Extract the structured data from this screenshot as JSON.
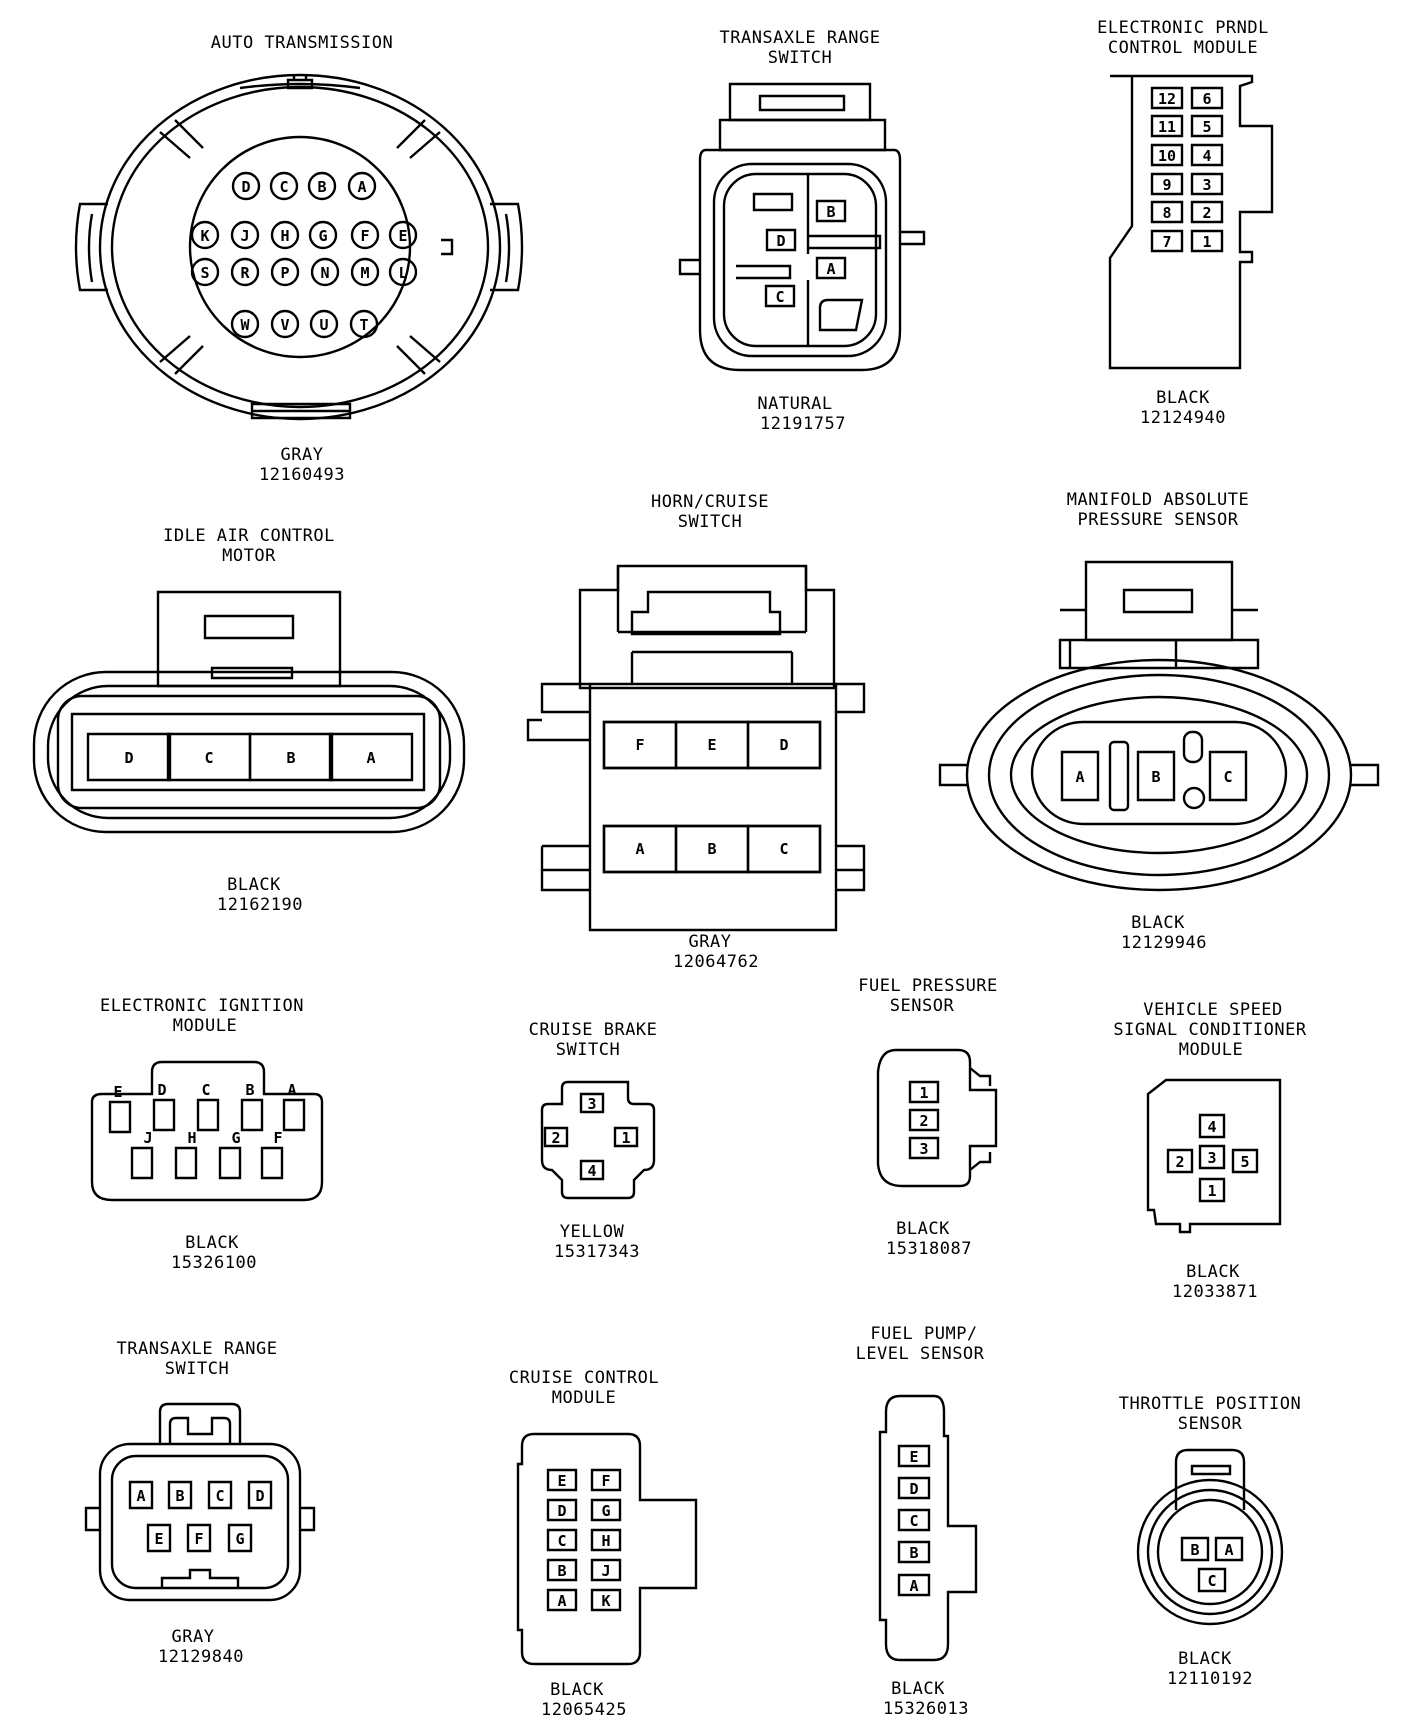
{
  "connectors": {
    "auto_transmission": {
      "title": [
        "AUTO TRANSMISSION"
      ],
      "color": "GRAY",
      "part": "12160493",
      "pins": [
        "D",
        "C",
        "B",
        "A",
        "K",
        "J",
        "H",
        "G",
        "F",
        "E",
        "S",
        "R",
        "P",
        "N",
        "M",
        "L",
        "W",
        "V",
        "U",
        "T"
      ]
    },
    "transaxle_range_switch_1": {
      "title": [
        "TRANSAXLE RANGE",
        "SWITCH"
      ],
      "color": "NATURAL",
      "part": "12191757",
      "pins": [
        "B",
        "D",
        "A",
        "C"
      ]
    },
    "electronic_prndl": {
      "title": [
        "ELECTRONIC PRNDL",
        "CONTROL MODULE"
      ],
      "color": "BLACK",
      "part": "12124940",
      "pins": [
        "12",
        "6",
        "11",
        "5",
        "10",
        "4",
        "9",
        "3",
        "8",
        "2",
        "7",
        "1"
      ]
    },
    "idle_air_control_motor": {
      "title": [
        "IDLE AIR CONTROL",
        "MOTOR"
      ],
      "color": "BLACK",
      "part": "12162190",
      "pins": [
        "D",
        "C",
        "B",
        "A"
      ]
    },
    "horn_cruise_switch": {
      "title": [
        "HORN/CRUISE",
        "SWITCH"
      ],
      "color": "GRAY",
      "part": "12064762",
      "pins": [
        "F",
        "E",
        "D",
        "A",
        "B",
        "C"
      ]
    },
    "map_sensor": {
      "title": [
        "MANIFOLD ABSOLUTE",
        "PRESSURE SENSOR"
      ],
      "color": "BLACK",
      "part": "12129946",
      "pins": [
        "A",
        "B",
        "C"
      ]
    },
    "electronic_ignition_module": {
      "title": [
        "ELECTRONIC IGNITION",
        "MODULE"
      ],
      "color": "BLACK",
      "part": "15326100",
      "pins": [
        "E",
        "D",
        "C",
        "B",
        "A",
        "J",
        "H",
        "G",
        "F"
      ]
    },
    "cruise_brake_switch": {
      "title": [
        "CRUISE BRAKE",
        "SWITCH"
      ],
      "color": "YELLOW",
      "part": "15317343",
      "pins": [
        "3",
        "2",
        "1",
        "4"
      ]
    },
    "fuel_pressure_sensor": {
      "title": [
        "FUEL PRESSURE",
        "SENSOR"
      ],
      "color": "BLACK",
      "part": "15318087",
      "pins": [
        "1",
        "2",
        "3"
      ]
    },
    "vss_conditioner_module": {
      "title": [
        "VEHICLE SPEED",
        "SIGNAL CONDITIONER",
        "MODULE"
      ],
      "color": "BLACK",
      "part": "12033871",
      "pins": [
        "4",
        "2",
        "3",
        "5",
        "1"
      ]
    },
    "transaxle_range_switch_2": {
      "title": [
        "TRANSAXLE RANGE",
        "SWITCH"
      ],
      "color": "GRAY",
      "part": "12129840",
      "pins": [
        "A",
        "B",
        "C",
        "D",
        "E",
        "F",
        "G"
      ]
    },
    "cruise_control_module": {
      "title": [
        "CRUISE CONTROL",
        "MODULE"
      ],
      "color": "BLACK",
      "part": "12065425",
      "pins": [
        "E",
        "F",
        "D",
        "G",
        "C",
        "H",
        "B",
        "J",
        "A",
        "K"
      ]
    },
    "fuel_pump_level_sensor": {
      "title": [
        "FUEL PUMP/",
        "LEVEL SENSOR"
      ],
      "color": "BLACK",
      "part": "15326013",
      "pins": [
        "E",
        "D",
        "C",
        "B",
        "A"
      ]
    },
    "throttle_position_sensor": {
      "title": [
        "THROTTLE POSITION",
        "SENSOR"
      ],
      "color": "BLACK",
      "part": "12110192",
      "pins": [
        "B",
        "A",
        "C"
      ]
    }
  }
}
